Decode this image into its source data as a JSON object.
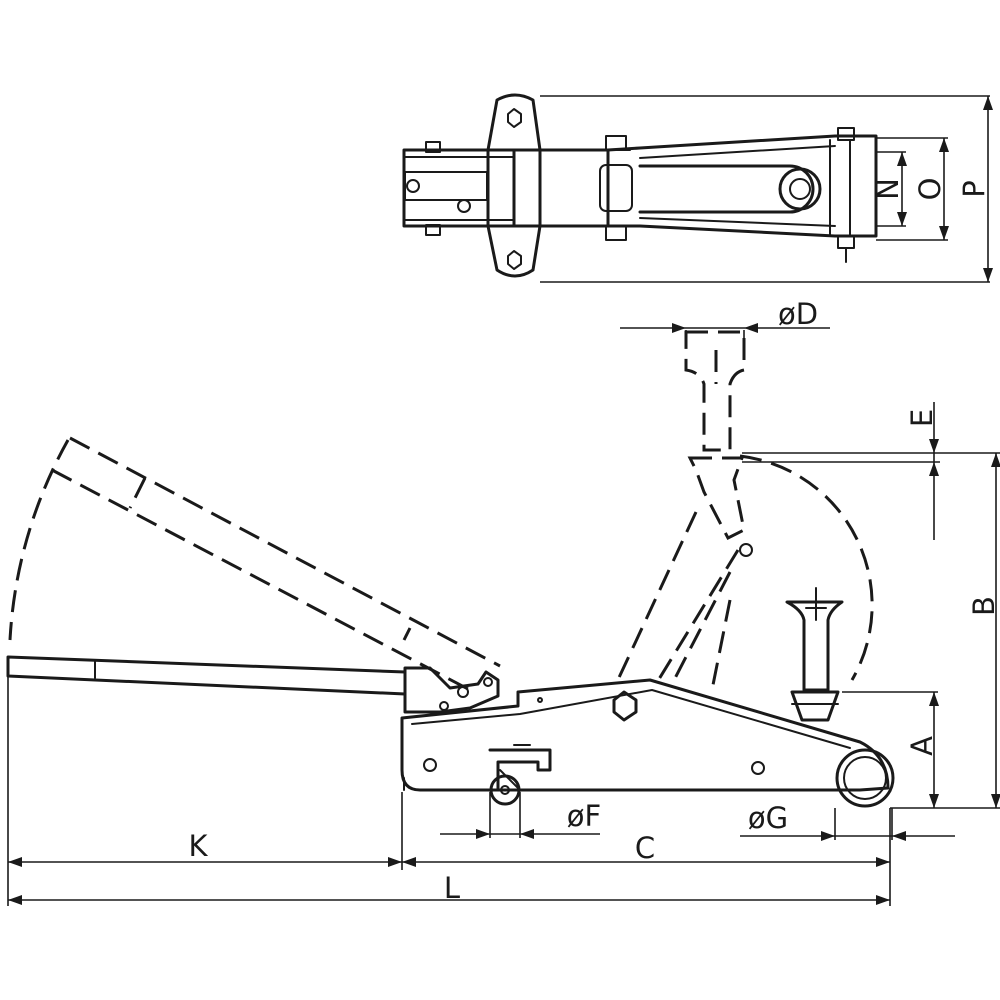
{
  "colors": {
    "ink": "#1a1a1a",
    "background": "#ffffff"
  },
  "labels": {
    "K": "K",
    "C": "C",
    "L": "L",
    "A": "A",
    "B": "B",
    "E": "E",
    "D": "øD",
    "F": "øF",
    "G": "øG",
    "N": "N",
    "O": "O",
    "P": "P"
  }
}
